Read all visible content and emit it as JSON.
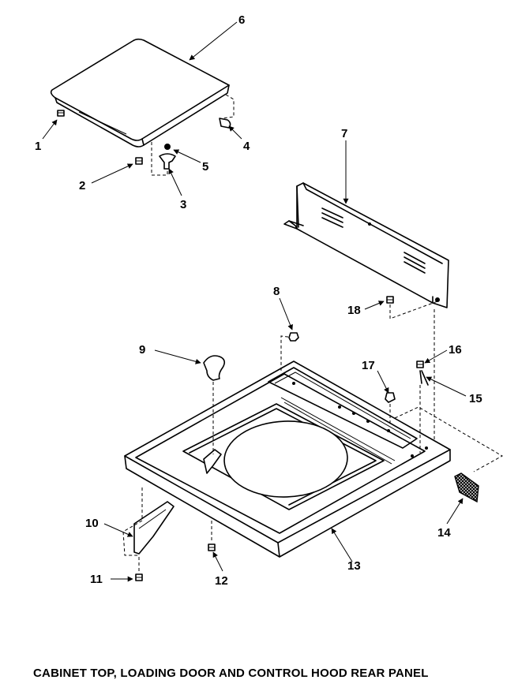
{
  "caption": "CABINET TOP, LOADING DOOR AND CONTROL HOOD REAR PANEL",
  "callouts": {
    "c1": "1",
    "c2": "2",
    "c3": "3",
    "c4": "4",
    "c5": "5",
    "c6": "6",
    "c7": "7",
    "c8": "8",
    "c9": "9",
    "c10": "10",
    "c11": "11",
    "c12": "12",
    "c13": "13",
    "c14": "14",
    "c15": "15",
    "c16": "16",
    "c17": "17",
    "c18": "18"
  }
}
